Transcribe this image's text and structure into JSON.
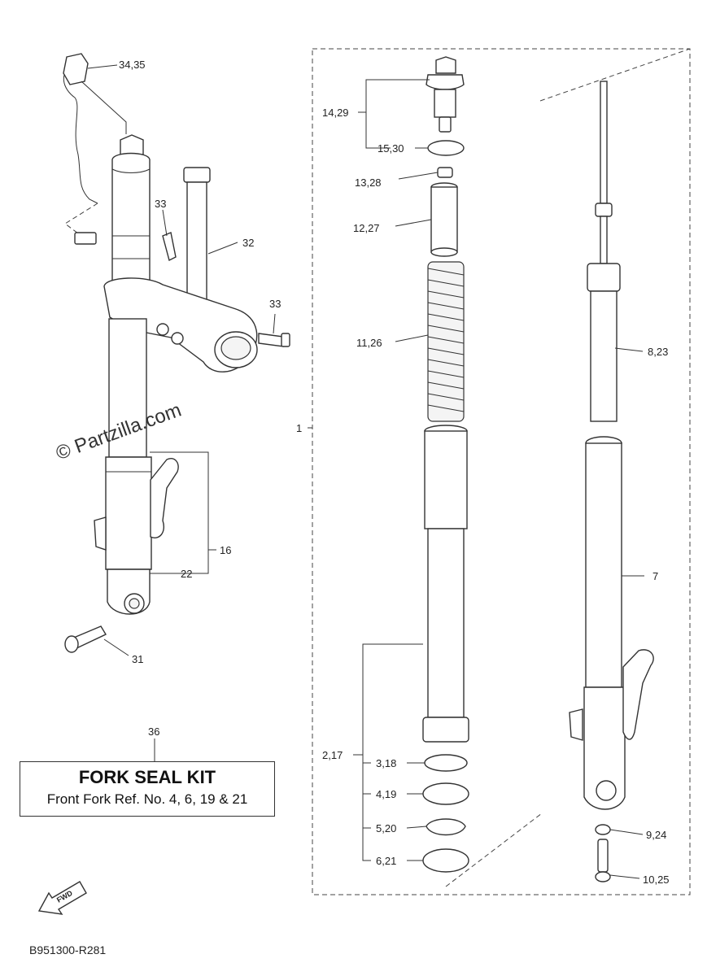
{
  "watermark": "© Partzilla.com",
  "diagram_code": "B951300-R281",
  "fwd_label": "FWD",
  "kit": {
    "ref_number": "36",
    "title": "FORK SEAL KIT",
    "subtitle": "Front Fork Ref. No. 4, 6, 19 & 21"
  },
  "callouts": {
    "c34_35": "34,35",
    "c33a": "33",
    "c32": "32",
    "c33b": "33",
    "c16": "16",
    "c22": "22",
    "c31": "31",
    "c1": "1",
    "c14_29": "14,29",
    "c15_30": "15,30",
    "c13_28": "13,28",
    "c12_27": "12,27",
    "c11_26": "11,26",
    "c8_23": "8,23",
    "c7": "7",
    "c2_17": "2,17",
    "c3_18": "3,18",
    "c4_19": "4,19",
    "c5_20": "5,20",
    "c6_21": "6,21",
    "c9_24": "9,24",
    "c10_25": "10,25"
  }
}
